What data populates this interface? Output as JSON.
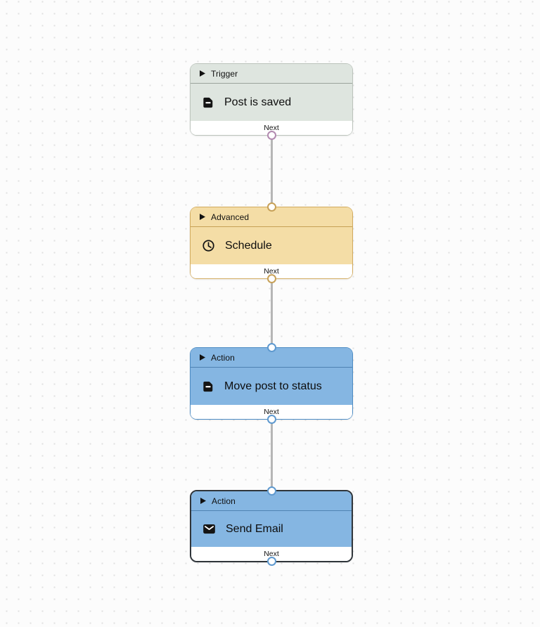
{
  "canvas": {
    "background_color": "#fcfcfc",
    "dot_color": "#e0e0e0",
    "edge_color": "#b6b6b6"
  },
  "nodes": [
    {
      "category": "Trigger",
      "title": "Post is saved",
      "footer_label": "Next",
      "icon": "document-icon",
      "selected": false,
      "has_input_handle": false,
      "colors": {
        "fill": "#dee5df",
        "border": "#bcc4bc",
        "separator": "#9aa49b",
        "output_ring": "#b28ab0"
      }
    },
    {
      "category": "Advanced",
      "title": "Schedule",
      "footer_label": "Next",
      "icon": "clock-icon",
      "selected": false,
      "has_input_handle": true,
      "colors": {
        "fill": "#f4dda6",
        "border": "#d2ab5e",
        "separator": "#c5a055",
        "input_ring": "#c7a158",
        "output_ring": "#c7a158"
      }
    },
    {
      "category": "Action",
      "title": "Move post to status",
      "footer_label": "Next",
      "icon": "document-icon",
      "selected": false,
      "has_input_handle": true,
      "colors": {
        "fill": "#85b6e2",
        "border": "#4d8cc4",
        "separator": "#4f82b2",
        "input_ring": "#5e99cf",
        "output_ring": "#5e99cf"
      }
    },
    {
      "category": "Action",
      "title": "Send Email",
      "footer_label": "Next",
      "icon": "envelope-icon",
      "selected": true,
      "has_input_handle": true,
      "colors": {
        "fill": "#85b6e2",
        "border": "#2f353a",
        "separator": "#4f82b2",
        "input_ring": "#5e99cf",
        "output_ring": "#5e99cf"
      }
    }
  ],
  "edges": [
    {
      "from": "Post is saved",
      "to": "Schedule"
    },
    {
      "from": "Schedule",
      "to": "Move post to status"
    },
    {
      "from": "Move post to status",
      "to": "Send Email"
    }
  ]
}
